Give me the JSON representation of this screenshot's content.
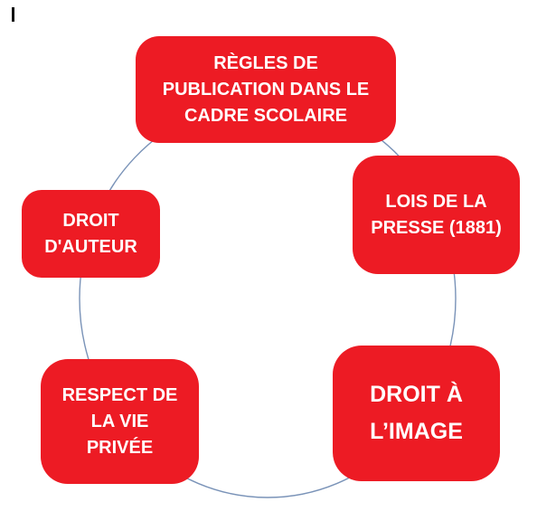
{
  "page": {
    "background_color": "#ffffff"
  },
  "diagram": {
    "type": "cycle",
    "node_fill": "#ed1b24",
    "text_color": "#ffffff",
    "connector_color": "#7a93b8",
    "nodes": [
      {
        "id": "regles-publication",
        "position": "top",
        "lines": [
          "RÈGLES DE",
          "PUBLICATION DANS LE",
          "CADRE SCOLAIRE"
        ]
      },
      {
        "id": "lois-presse",
        "position": "right",
        "lines": [
          "LOIS DE LA",
          "PRESSE (1881)"
        ]
      },
      {
        "id": "droit-auteur",
        "position": "left",
        "lines": [
          "DROIT",
          "D'AUTEUR"
        ]
      },
      {
        "id": "respect-vie-privee",
        "position": "bottom-left",
        "lines": [
          "RESPECT DE",
          "LA VIE",
          "PRIVÉE"
        ]
      },
      {
        "id": "droit-image",
        "position": "bottom-right",
        "lines": [
          "DROIT À",
          "L’IMAGE"
        ]
      }
    ]
  }
}
